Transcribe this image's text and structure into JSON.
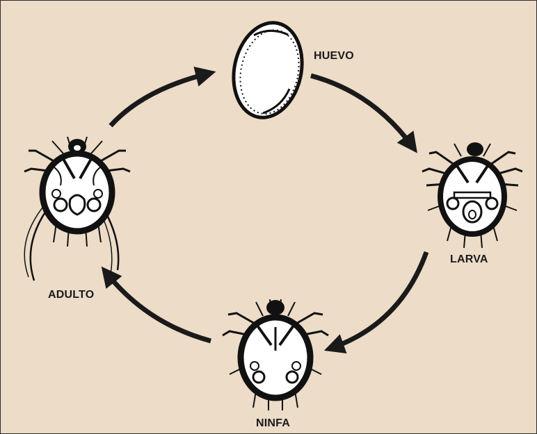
{
  "diagram": {
    "stages": [
      {
        "id": "egg",
        "label": "HUEVO"
      },
      {
        "id": "larva",
        "label": "LARVA"
      },
      {
        "id": "nymph",
        "label": "NINFA"
      },
      {
        "id": "adult",
        "label": "ADULTO"
      }
    ],
    "cycle_direction": "clockwise",
    "colors": {
      "background": "#ecdcc8",
      "border": "#2a2a2a",
      "arrow": "#1a1a1a",
      "ink": "#111111",
      "body_fill": "#ffffff"
    }
  }
}
